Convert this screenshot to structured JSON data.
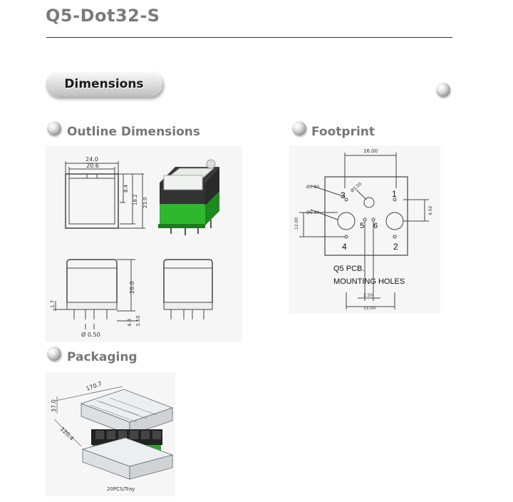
{
  "page": {
    "title": "Q5-Dot32-S"
  },
  "section": {
    "label": "Dimensions"
  },
  "outline": {
    "heading": "Outline Dimensions",
    "dims": {
      "w_outer": "24.0",
      "w_inner": "20.6",
      "h1": "8.4",
      "h2": "18.2",
      "h3": "23.0",
      "h_side": "26.0",
      "pin_len": "1.7",
      "s1": "4.3",
      "s2": "3.10",
      "pin_dia": "Ø 0.50"
    }
  },
  "footprint": {
    "heading": "Footprint",
    "top_dim": "16.00",
    "left_dim": "12.00",
    "right_dim": "4.50",
    "hole_small": "Ø0.80",
    "hole_mid": "Ø3.50",
    "hole_big": "Ø5.10",
    "pins": {
      "p1": "1",
      "p2": "2",
      "p3": "3",
      "p4": "4",
      "p5": "5",
      "p6": "6"
    },
    "text1": "Q5   PCB.",
    "text2": "MOUNTING HOLES",
    "bottom_small": "2.50",
    "bottom_dim": "15.00"
  },
  "packaging": {
    "heading": "Packaging",
    "d1": "170.7",
    "d2": "37.0",
    "d3": "120.4",
    "caption": "20PCS/Tray"
  }
}
